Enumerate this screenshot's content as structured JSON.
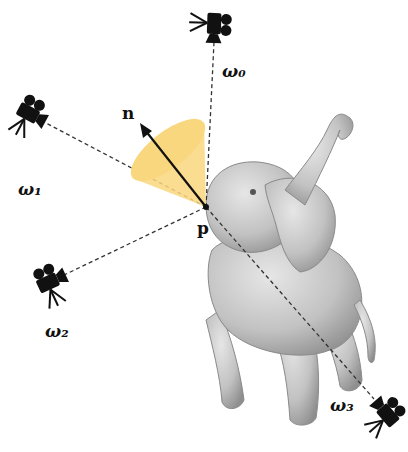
{
  "diagram": {
    "labels": [
      "ω₀",
      "ω₁",
      "ω₂",
      "ω₃",
      "n",
      "p"
    ]
  }
}
